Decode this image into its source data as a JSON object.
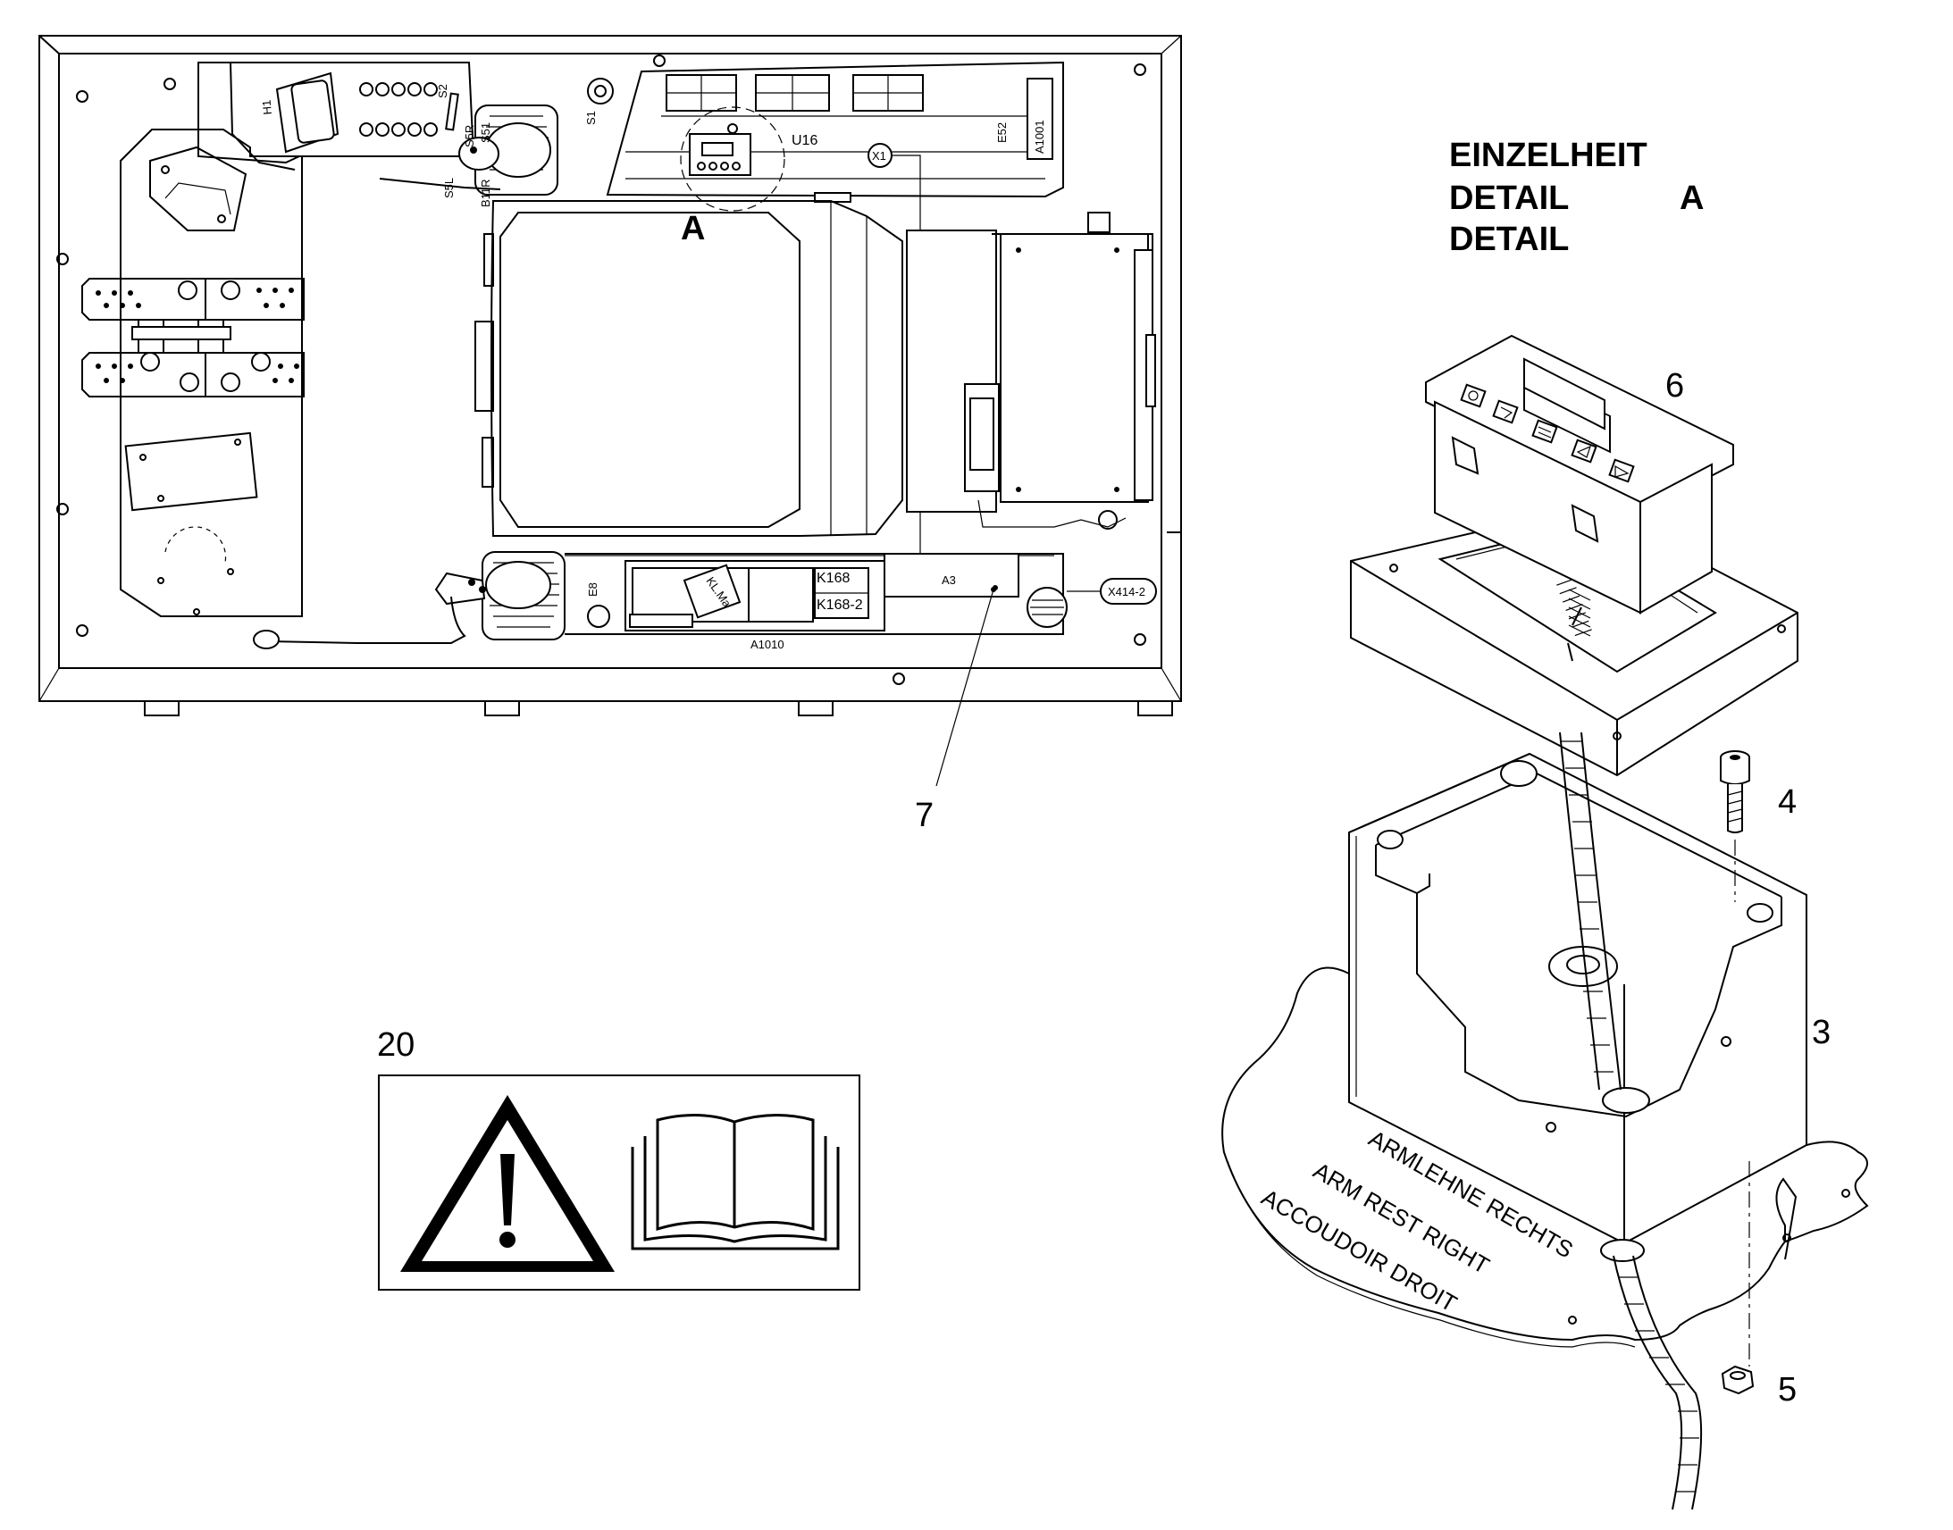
{
  "overview": {
    "detail_marker": "A",
    "components": {
      "h1": "H1",
      "s2": "S2",
      "s5r": "S5R",
      "s5l": "S5L",
      "s51": "S51",
      "b11r": "B11R",
      "s1": "S1",
      "u16": "U16",
      "x1": "X1",
      "e52": "E52",
      "a1001": "A1001",
      "e8": "E8",
      "kl_ma": "KL.Ma",
      "k168": "K168",
      "k168_2": "K168-2",
      "a3": "A3",
      "x414_2": "X414-2",
      "a1010": "A1010"
    }
  },
  "callouts": {
    "c7": "7",
    "c6": "6",
    "c4": "4",
    "c3": "3",
    "c5": "5",
    "c20": "20"
  },
  "detail_heading": {
    "line1": "EINZELHEIT",
    "line2": "DETAIL",
    "line2_marker": "A",
    "line3": "DETAIL"
  },
  "armrest_stencil": {
    "de": "ARMLEHNE RECHTS",
    "en": "ARM REST RIGHT",
    "fr": "ACCOUDOIR DROIT"
  },
  "icons": [
    "warning-triangle-icon",
    "manual-book-icon"
  ]
}
